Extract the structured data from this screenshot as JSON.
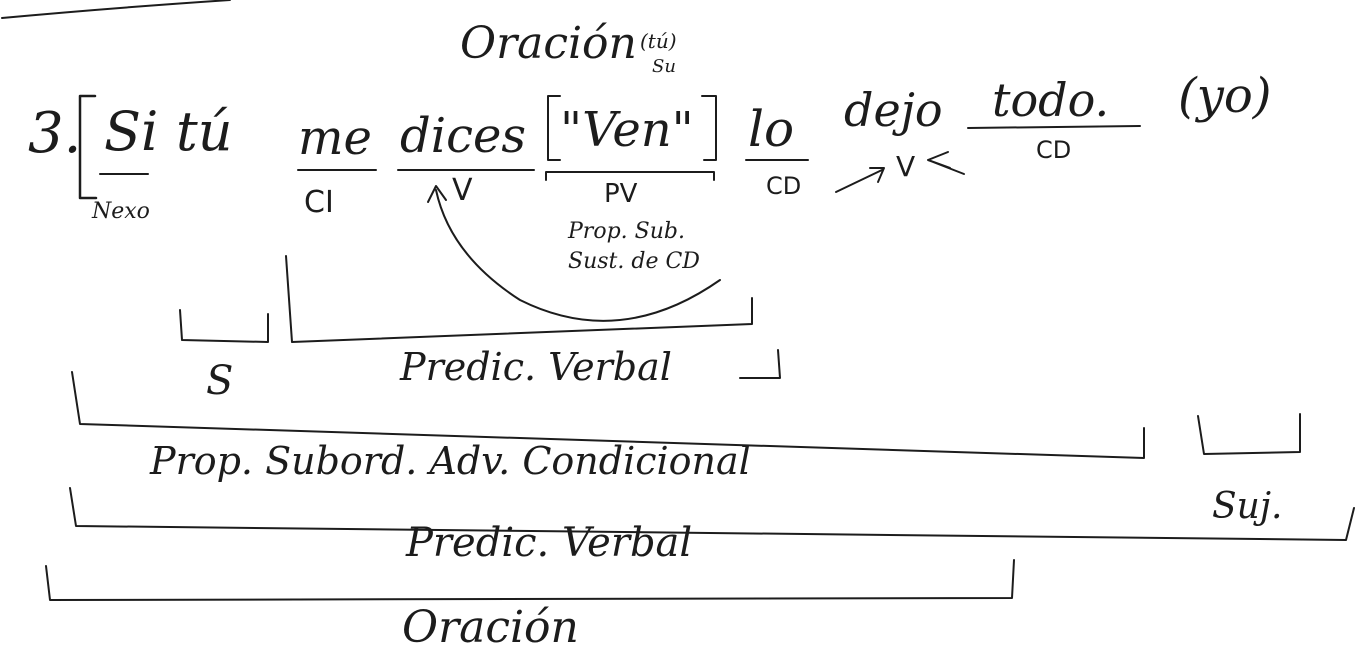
{
  "top_title": "Oración",
  "number": "3.",
  "sentence": {
    "words": [
      "Si",
      "tú",
      "me",
      "dices",
      "\"Ven\"",
      "lo",
      "dejo",
      "todo.",
      "(yo)"
    ],
    "superscripts": {
      "tu_note": "(tú)",
      "suj_note": "Su"
    }
  },
  "labels": {
    "nexo": "Nexo",
    "ci": "CI",
    "v_dices": "V",
    "pv": "PV",
    "cd_lo": "CD",
    "v_dejo": "V",
    "cd_todo": "CD",
    "prop_sub_1": "Prop. Sub.",
    "prop_sub_2": "Sust. de CD"
  },
  "brackets": {
    "s": "S",
    "predic_verbal_inner": "Predic. Verbal",
    "prop_subord": "Prop. Subord. Adv. Condicional",
    "suj": "Suj.",
    "predic_verbal_outer": "Predic. Verbal",
    "oracion": "Oración"
  }
}
